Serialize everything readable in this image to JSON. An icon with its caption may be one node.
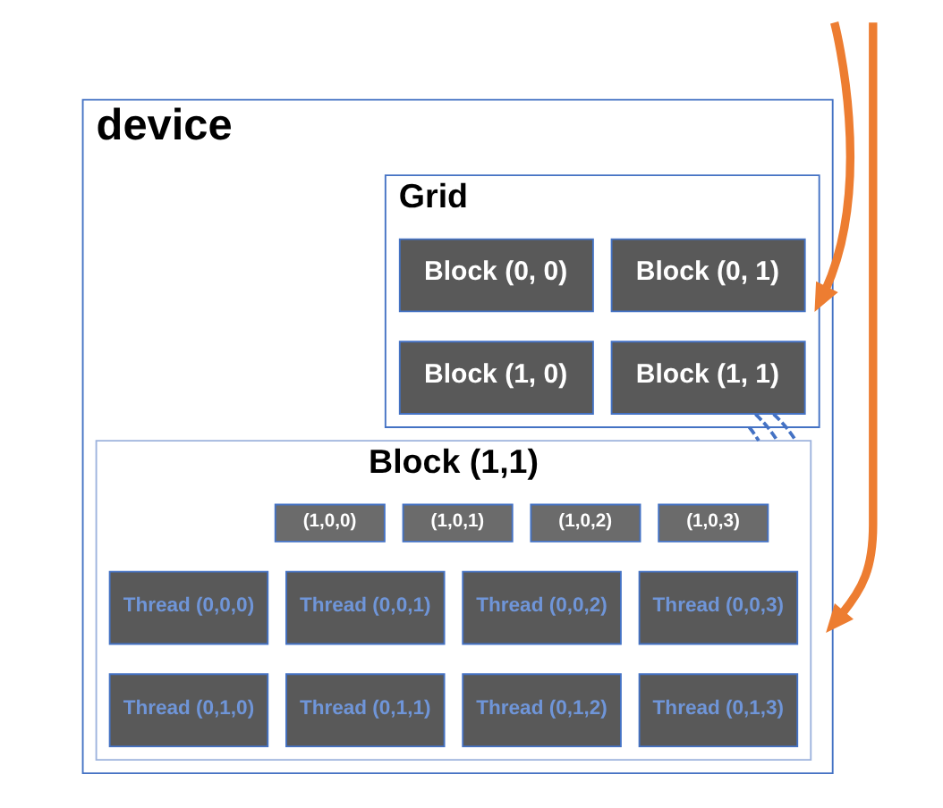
{
  "diagram": {
    "nodes": [
      {
        "text": [
          "device"
        ]
      },
      {
        "text": [
          "Grid"
        ],
        "in": 0
      },
      {
        "text": [
          "Block (0, 0)"
        ],
        "in": 1
      },
      {
        "text": [
          "Block (0, 1)"
        ],
        "in": 1
      },
      {
        "text": [
          "Block (1, 0)"
        ],
        "in": 1
      },
      {
        "text": [
          "Block (1, 1)"
        ],
        "in": 1
      },
      {
        "text": [
          "Block (1,1)"
        ],
        "in": 0
      },
      {
        "text": [
          "(1,0,0)"
        ],
        "in": 6
      },
      {
        "text": [
          "(1,0,1)"
        ],
        "in": 6
      },
      {
        "text": [
          "(1,0,2)"
        ],
        "in": 6
      },
      {
        "text": [
          "(1,0,3)"
        ],
        "in": 6
      },
      {
        "text": [
          "Thread (0,0,0)"
        ],
        "in": 6
      },
      {
        "text": [
          "Thread (0,0,1)"
        ],
        "in": 6
      },
      {
        "text": [
          "Thread (0,0,2)"
        ],
        "in": 6
      },
      {
        "text": [
          "Thread (0,0,3)"
        ],
        "in": 6
      },
      {
        "text": [
          "Thread (0,1,0)"
        ],
        "in": 6
      },
      {
        "text": [
          "Thread (0,1,1)"
        ],
        "in": 6
      },
      {
        "text": [
          "Thread (0,1,2)"
        ],
        "in": 6
      },
      {
        "text": [
          "Thread (0,1,3)"
        ],
        "in": 6
      }
    ],
    "edges": [
      {
        "from": null,
        "to": 1,
        "arrow": "to",
        "style": "thick",
        "color": "#ed7d31"
      },
      {
        "from": null,
        "to": 0,
        "arrow": "to",
        "style": "thick",
        "color": "#ed7d31"
      },
      {
        "from": 1,
        "to": 6,
        "arrow": "none",
        "style": "dashed",
        "color": "#4472c4"
      },
      {
        "from": 5,
        "to": 6,
        "arrow": "none",
        "style": "dashed",
        "color": "#4472c4"
      },
      {
        "from": 5,
        "to": 6,
        "arrow": "none",
        "style": "dashed",
        "color": "#4472c4"
      }
    ]
  }
}
